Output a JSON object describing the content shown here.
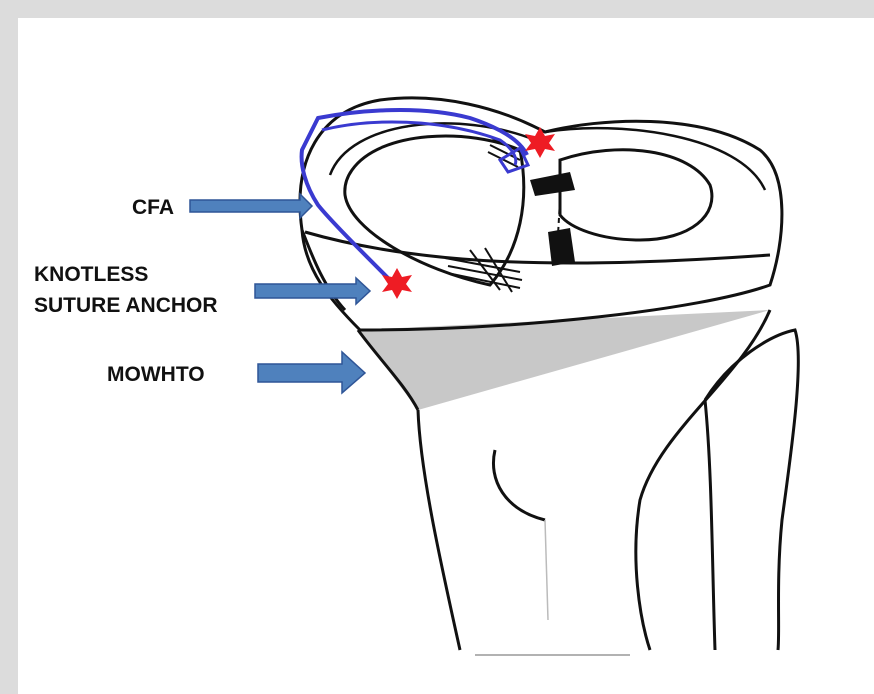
{
  "labels": {
    "cfa": "CFA",
    "anchor_line1": "KNOTLESS",
    "anchor_line2": "SUTURE ANCHOR",
    "osteotomy": "MOWHTO"
  },
  "colors": {
    "background": "#ffffff",
    "frame": "#dcdcdc",
    "ink": "#111111",
    "graft": "#3a3ad0",
    "anchor_star": "#ee1c24",
    "arrow_fill": "#4f81bd",
    "arrow_stroke": "#2f5597",
    "wedge": "#c8c8c8"
  },
  "icons": [
    "anchor-star-icon",
    "pointer-arrow-icon"
  ]
}
